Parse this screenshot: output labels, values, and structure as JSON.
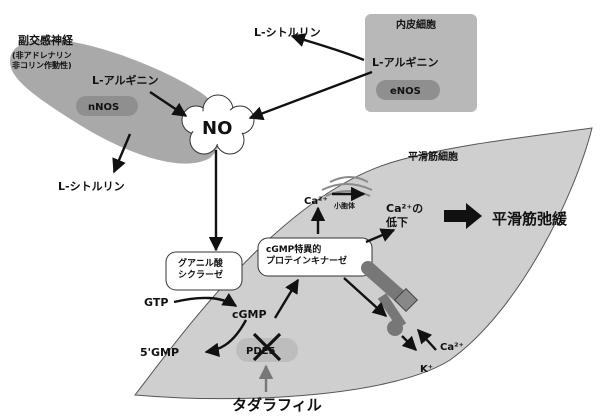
{
  "nerve": {
    "title": "副交感神経",
    "subtitle": "(非アドレナリン\n非コリン作動性)",
    "l_arginine": "L-アルギニン",
    "enzyme": "nNOS",
    "l_citrulline": "L-シトルリン"
  },
  "endothelium": {
    "title": "内皮細胞",
    "l_arginine": "L-アルギニン",
    "enzyme": "eNOS",
    "l_citrulline": "L-シトルリン"
  },
  "no_label": "NO",
  "smooth_muscle": {
    "title": "平滑筋細胞",
    "guanylate_cyclase": "グアニル酸\nシクラーゼ",
    "gtp": "GTP",
    "cgmp": "cGMP",
    "gmp5": "5'GMP",
    "pde5": "PDE5",
    "pkg": "cGMP特異的\nプロテインキナーゼ",
    "ca_label": "Ca²⁺",
    "sr_label": "小胞体",
    "ca_decrease": "Ca²⁺の\n低下",
    "ca_in": "Ca²⁺",
    "k_out": "K⁺"
  },
  "relaxation": "平滑筋弛緩",
  "drug": "タダラフィル",
  "colors": {
    "cell_fill": "#cfcfcf",
    "nerve_fill": "#a9a9a9",
    "pill": "#8f8f8f",
    "box": "#ffffff"
  }
}
